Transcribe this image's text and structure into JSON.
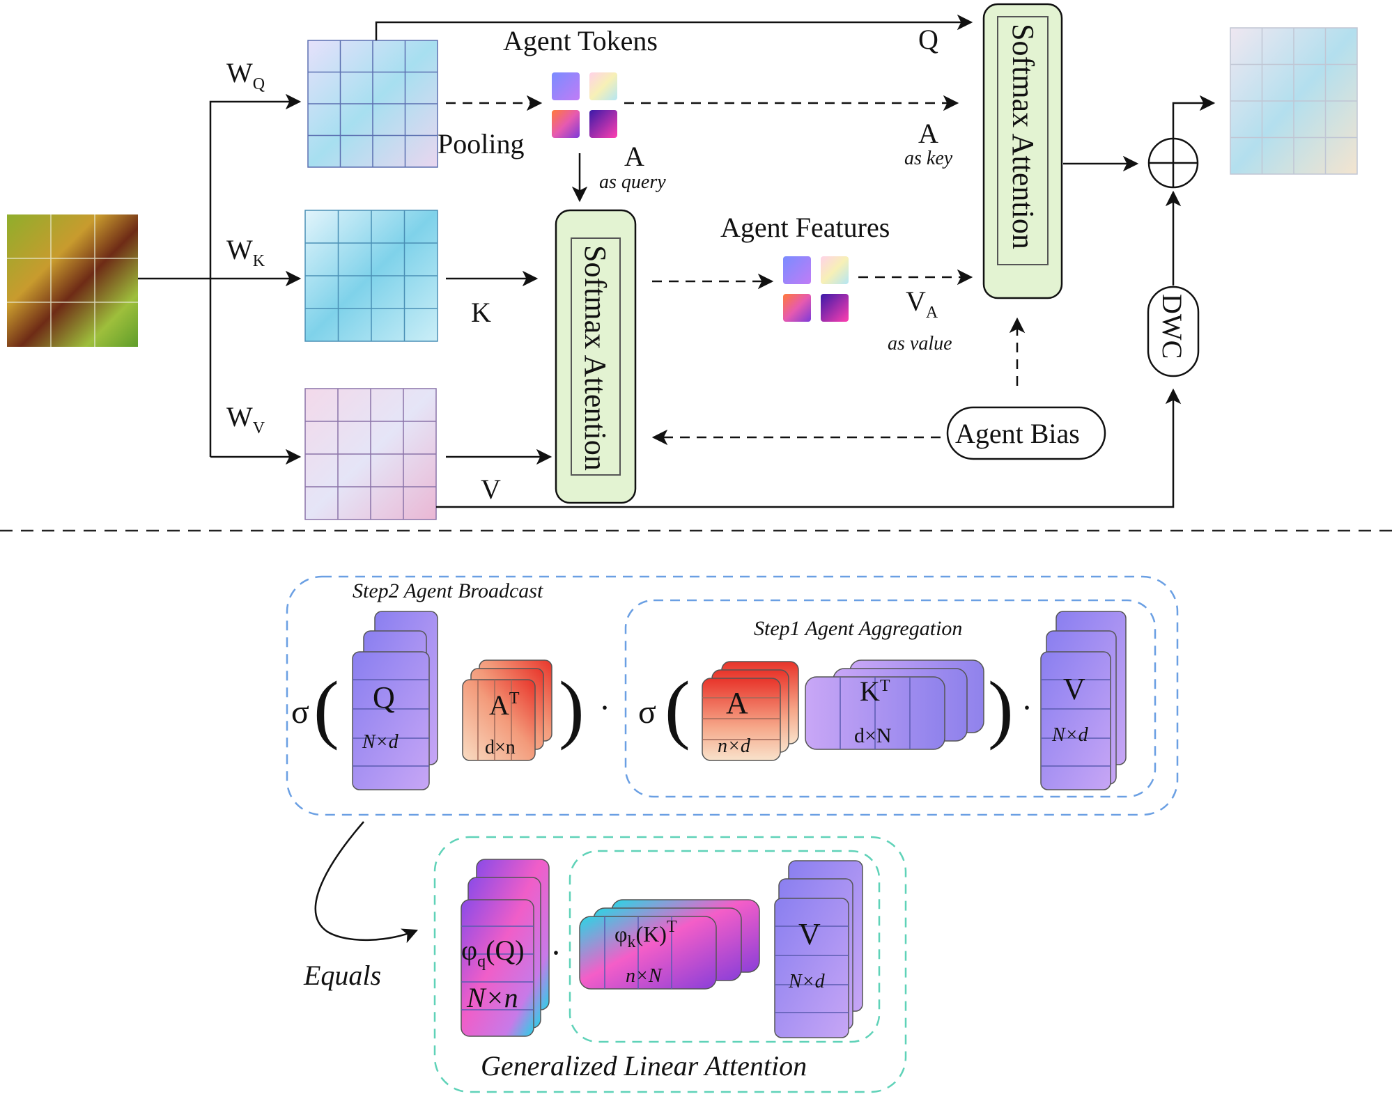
{
  "labels": {
    "wq": "W",
    "wq_sub": "Q",
    "wk": "W",
    "wk_sub": "K",
    "wv": "W",
    "wv_sub": "V",
    "agent_tokens": "Agent Tokens",
    "pooling": "Pooling",
    "q": "Q",
    "k": "K",
    "v": "V",
    "a_query": "A",
    "as_query": "as query",
    "a_key": "A",
    "as_key": "as key",
    "agent_features": "Agent Features",
    "va": "V",
    "va_sub": "A",
    "as_value": "as value",
    "softmax_left": "Softmax Attention",
    "softmax_right": "Softmax Attention",
    "agent_bias": "Agent Bias",
    "dwc": "DWC",
    "plus": "⊕"
  },
  "formula": {
    "step2": "Step2  Agent Broadcast",
    "step1": "Step1  Agent Aggregation",
    "sigma1": "σ",
    "sigma2": "σ",
    "q": "Q",
    "q_dim": "N×d",
    "at": "A",
    "at_sup": "T",
    "at_dim": "d×n",
    "a": "A",
    "a_dim": "n×d",
    "kt": "K",
    "kt_sup": "T",
    "kt_dim": "d×N",
    "v": "V",
    "v_dim": "N×d",
    "dot": "·",
    "lparen": "(",
    "rparen": ")"
  },
  "linear": {
    "equals": "Equals",
    "phiq": "φ",
    "phiq_sub": "q",
    "phiq_arg": "(Q)",
    "phiq_dim": "N×n",
    "phik": "φ",
    "phik_sub": "k",
    "phik_arg": "(K)",
    "phik_sup": "T",
    "phik_dim": "n×N",
    "v": "V",
    "v_dim": "N×d",
    "dot": "·",
    "title": "Generalized Linear Attention"
  },
  "colors": {
    "softmax_fill": "#e3f3d2",
    "step_border": "#6a9fe3",
    "linear_border": "#5fd2b8",
    "purple": "#9d86f0",
    "pink": "#f070c8",
    "red": "#e8442c",
    "cyan": "#2fd6e6"
  }
}
